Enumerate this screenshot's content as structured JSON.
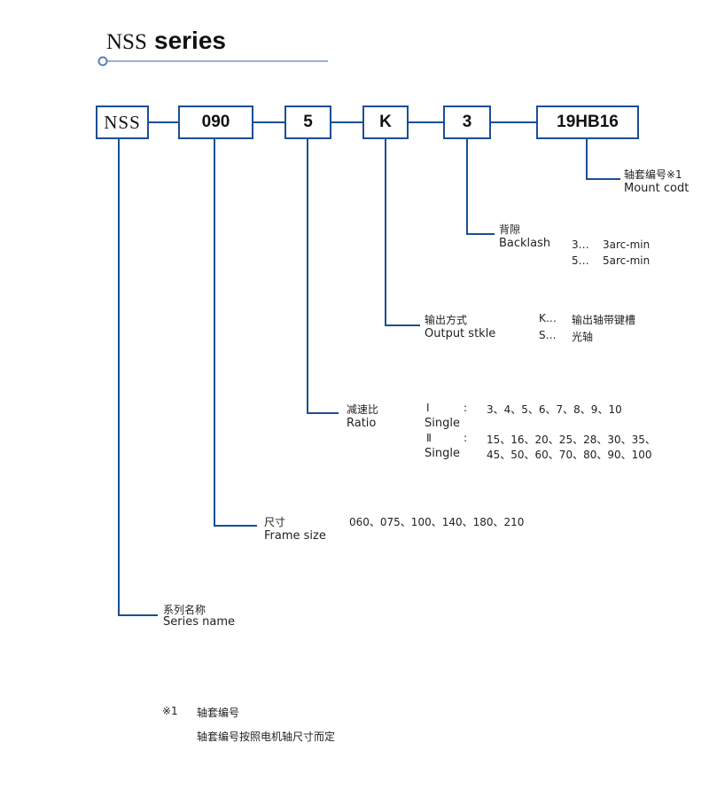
{
  "title": {
    "code": "NSS",
    "word": "series"
  },
  "colors": {
    "accent": "#1a4f95",
    "title_rule": "#5b80b8"
  },
  "code_boxes": [
    "NSS",
    "090",
    "5",
    "K",
    "3",
    "19HB16"
  ],
  "mount": {
    "zh": "轴套编号※1",
    "en": "Mount codt"
  },
  "backlash": {
    "zh": "背隙",
    "en": "Backlash",
    "options": [
      {
        "code": "3…",
        "desc": "3arc-min"
      },
      {
        "code": "5…",
        "desc": "5arc-min"
      }
    ]
  },
  "output": {
    "zh": "输出方式",
    "en": "Output stkle",
    "options": [
      {
        "code": "K…",
        "desc": "输出轴带键槽"
      },
      {
        "code": "S…",
        "desc": "光轴"
      }
    ]
  },
  "ratio": {
    "zh": "减速比",
    "en": "Ratio",
    "single1_roman": "Ⅰ",
    "colon": ":",
    "single1_values": "3、4、5、6、7、8、9、10",
    "single1_label": "Single",
    "single2_roman": "Ⅱ",
    "single2_values_a": "15、16、20、25、28、30、35、",
    "single2_label": "Single",
    "single2_values_b": "45、50、60、70、80、90、100"
  },
  "frame": {
    "zh": "尺寸",
    "en": "Frame size",
    "values": "060、075、100、140、180、210"
  },
  "series_name": {
    "zh": "系列名称",
    "en": "Series name"
  },
  "footnote": {
    "mark": "※1",
    "title": "轴套编号",
    "text": "轴套编号按照电机轴尺寸而定"
  }
}
